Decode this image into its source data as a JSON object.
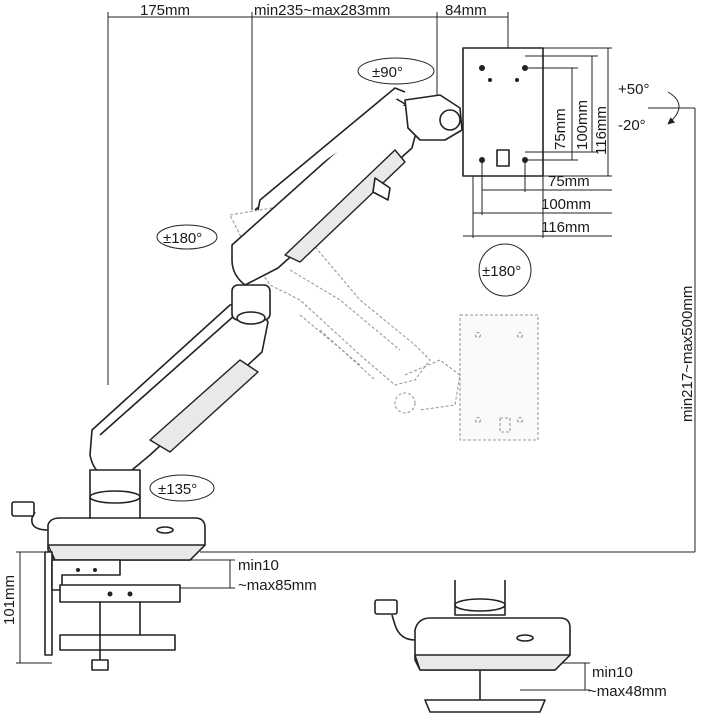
{
  "dimensions": {
    "reach_left": "175mm",
    "arm_length": "min235~max283mm",
    "head_offset": "84mm",
    "vesa_v_75": "75mm",
    "vesa_v_100": "100mm",
    "vesa_v_116": "116mm",
    "vesa_h_75": "75mm",
    "vesa_h_100": "100mm",
    "vesa_h_116": "116mm",
    "height_range": "min217~max500mm",
    "clamp_height": "101mm",
    "clamp_range_line1": "min10",
    "clamp_range_line2": "~max85mm",
    "grommet_range_line1": "min10",
    "grommet_range_line2": "~max48mm"
  },
  "rotations": {
    "swivel_head": "±90°",
    "tilt_up": "+50°",
    "tilt_down": "-20°",
    "forearm_swivel": "±180°",
    "panel_rotate": "±180°",
    "base_swivel": "±135°"
  }
}
